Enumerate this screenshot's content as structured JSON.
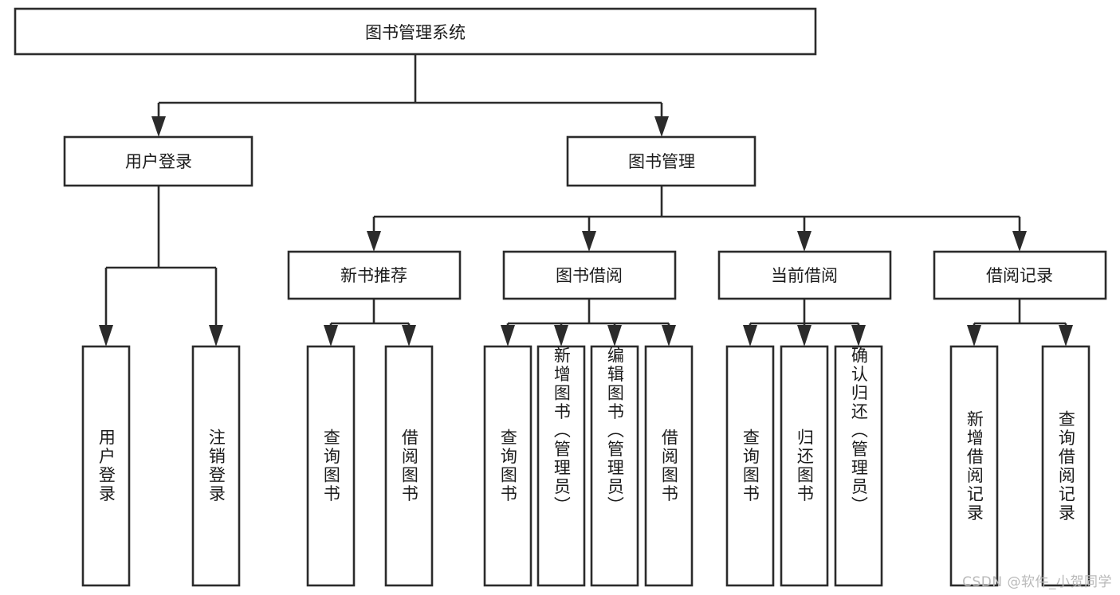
{
  "diagram": {
    "type": "hierarchy-tree",
    "title": "图书管理系统",
    "watermark": "CSDN @软件_小贺同学",
    "root": {
      "label": "图书管理系统"
    },
    "level2": [
      {
        "label": "用户登录"
      },
      {
        "label": "图书管理"
      }
    ],
    "level3": [
      {
        "label": "新书推荐"
      },
      {
        "label": "图书借阅"
      },
      {
        "label": "当前借阅"
      },
      {
        "label": "借阅记录"
      }
    ],
    "leaves": {
      "user_login": [
        {
          "label": "用户登录"
        },
        {
          "label": "注销登录"
        }
      ],
      "new_book": [
        {
          "label": "查询图书"
        },
        {
          "label": "借阅图书"
        }
      ],
      "book_borrow": [
        {
          "label": "查询图书"
        },
        {
          "label": "新增图书（管理员）"
        },
        {
          "label": "编辑图书（管理员）"
        },
        {
          "label": "借阅图书"
        }
      ],
      "current_borrow": [
        {
          "label": "查询图书"
        },
        {
          "label": "归还图书"
        },
        {
          "label": "确认归还（管理员）"
        }
      ],
      "borrow_record": [
        {
          "label": "新增借阅记录"
        },
        {
          "label": "查询借阅记录"
        }
      ]
    },
    "colors": {
      "stroke": "#2b2b2b",
      "fill": "#ffffff",
      "text": "#1b1b1b",
      "watermark": "#b9b9b9"
    }
  }
}
